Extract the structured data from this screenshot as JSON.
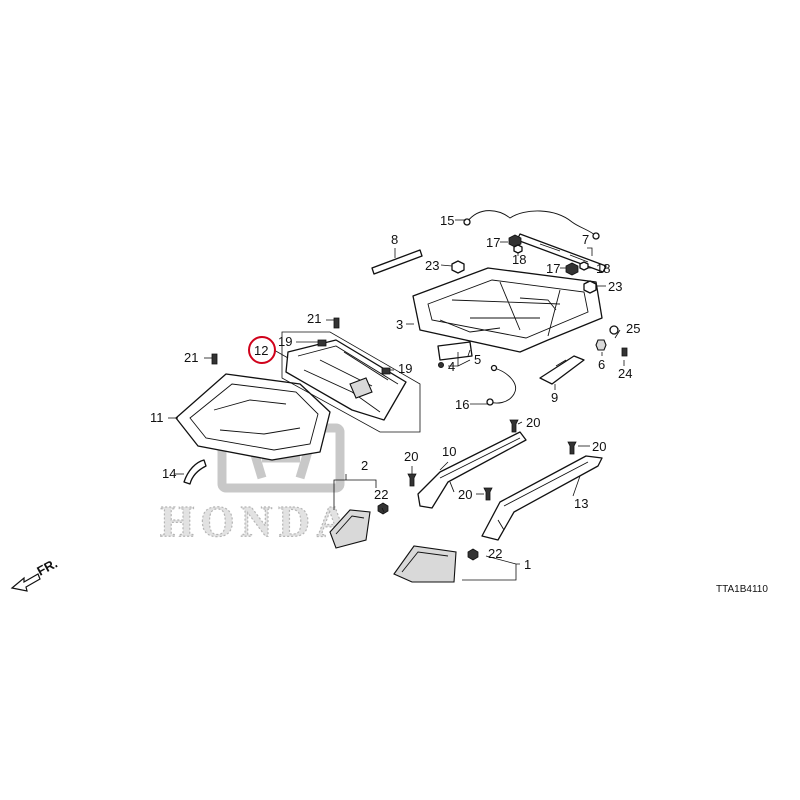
{
  "watermark": {
    "brand_text": "HONDA"
  },
  "diagram_code": "TTA1B4110",
  "direction_indicator": {
    "label": "FR."
  },
  "highlight_color": "#d0021b",
  "highlighted_part": "12",
  "callouts": {
    "c1": "1",
    "c2": "2",
    "c3": "3",
    "c4": "4",
    "c5": "5",
    "c6": "6",
    "c7": "7",
    "c8": "8",
    "c9": "9",
    "c10": "10",
    "c11": "11",
    "c12": "12",
    "c13": "13",
    "c14": "14",
    "c15": "15",
    "c16": "16",
    "c17a": "17",
    "c17b": "17",
    "c18a": "18",
    "c18b": "18",
    "c19a": "19",
    "c19b": "19",
    "c20a": "20",
    "c20b": "20",
    "c20c": "20",
    "c20d": "20",
    "c21a": "21",
    "c21b": "21",
    "c22a": "22",
    "c22b": "22",
    "c23a": "23",
    "c23b": "23",
    "c24": "24",
    "c25": "25"
  }
}
